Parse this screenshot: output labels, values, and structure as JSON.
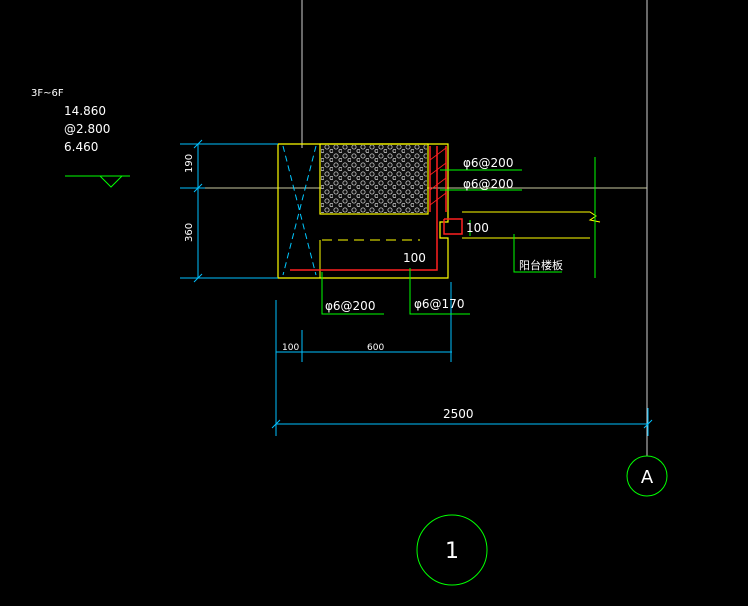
{
  "floor_label": "3F~6F",
  "elevations": [
    "14.860",
    "@2.800",
    "6.460"
  ],
  "dims": {
    "d190": "190",
    "d360": "360",
    "d100_left": "100",
    "d600": "600",
    "d2500": "2500",
    "d100_inner": "100",
    "d100_right": "100"
  },
  "rebar": {
    "top1": "φ6@200",
    "top2": "φ6@200",
    "bottom_left": "φ6@200",
    "bottom_right": "φ6@170"
  },
  "slab_label": "阳台楼板",
  "axis_label": "A",
  "detail_number": "1",
  "colors": {
    "background": "#000000",
    "grid": "#ffffff",
    "outline_yellow": "#ffff00",
    "rebar_red": "#ff2020",
    "dim_cyan": "#00c0ff",
    "leader_green": "#00ff00",
    "text_white": "#ffffff"
  }
}
